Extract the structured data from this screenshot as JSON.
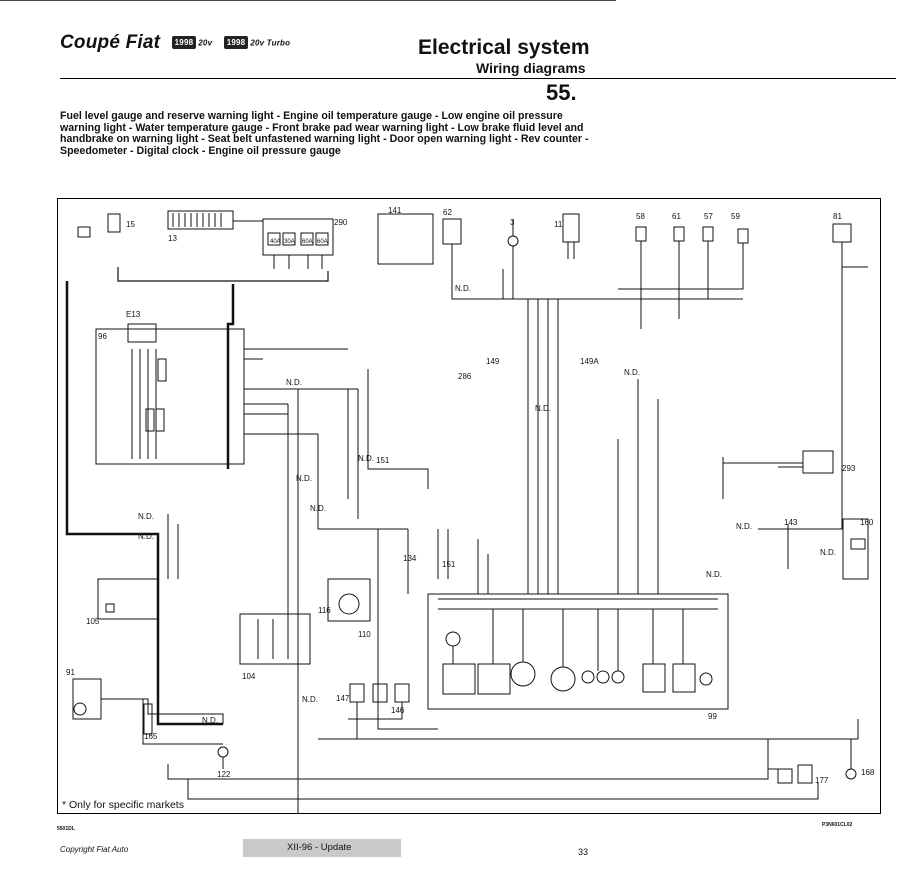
{
  "header": {
    "brand": "Coupé Fiat",
    "badge_1": "1998",
    "variant_1": "20v",
    "badge_2": "1998",
    "variant_2": "20v Turbo",
    "title": "Electrical system",
    "subtitle": "Wiring diagrams",
    "section_number": "55."
  },
  "description": "Fuel level gauge and reserve warning light - Engine oil temperature gauge - Low engine oil pressure warning light - Water temperature gauge - Front brake pad wear warning light - Low brake fluid level and handbrake on warning light - Seat belt unfastened warning light - Door open warning light - Rev counter - Speedometer - Digital clock - Engine oil pressure gauge",
  "diagram": {
    "components": {
      "c15": "15",
      "c13": "13",
      "c290": "290",
      "c141": "141",
      "c62": "62",
      "c3": "3",
      "c11": "11",
      "c58": "58",
      "c61": "61",
      "c57": "57",
      "c59": "59",
      "c81": "81",
      "c96": "96",
      "e13": "E13",
      "c286": "286",
      "c149": "149",
      "c149a": "149A",
      "c151a": "151",
      "c151b": "151",
      "c134": "134",
      "c293": "293",
      "c143": "143",
      "c160": "160",
      "c105": "105",
      "c116": "116",
      "c110": "110",
      "c104": "104",
      "c91": "91",
      "c165": "165",
      "c122": "122",
      "c147": "147",
      "c146": "146",
      "c99": "99",
      "c177": "177",
      "c168": "168"
    },
    "nd": "N.D.",
    "fuses": [
      "40A",
      "30A",
      "60A",
      "60A"
    ]
  },
  "footnote": "*  Only for specific markets",
  "footer": {
    "code_left": "5501DL",
    "code_right": "P3N601CL02",
    "copyright": "Copyright Fiat Auto",
    "update": "XII-96 - Update",
    "page": "33"
  }
}
